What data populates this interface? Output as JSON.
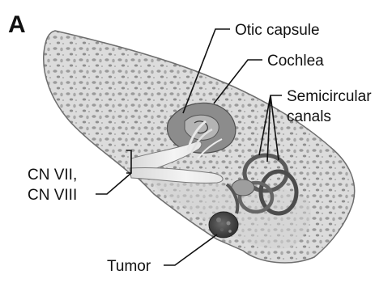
{
  "panel_letter": "A",
  "labels": {
    "otic_capsule": "Otic capsule",
    "cochlea": "Cochlea",
    "semicircular_line1": "Semicircular",
    "semicircular_line2": "canals",
    "cn_line1": "CN VII,",
    "cn_line2": "CN VIII",
    "tumor": "Tumor"
  },
  "colors": {
    "bone": "#e4e4e4",
    "bone_edge": "#6e6e6e",
    "pores": "#9a9a9a",
    "nerve": "#f2f2f2",
    "canal": "#5a5a5a",
    "tumor": "#3e3e3e"
  }
}
